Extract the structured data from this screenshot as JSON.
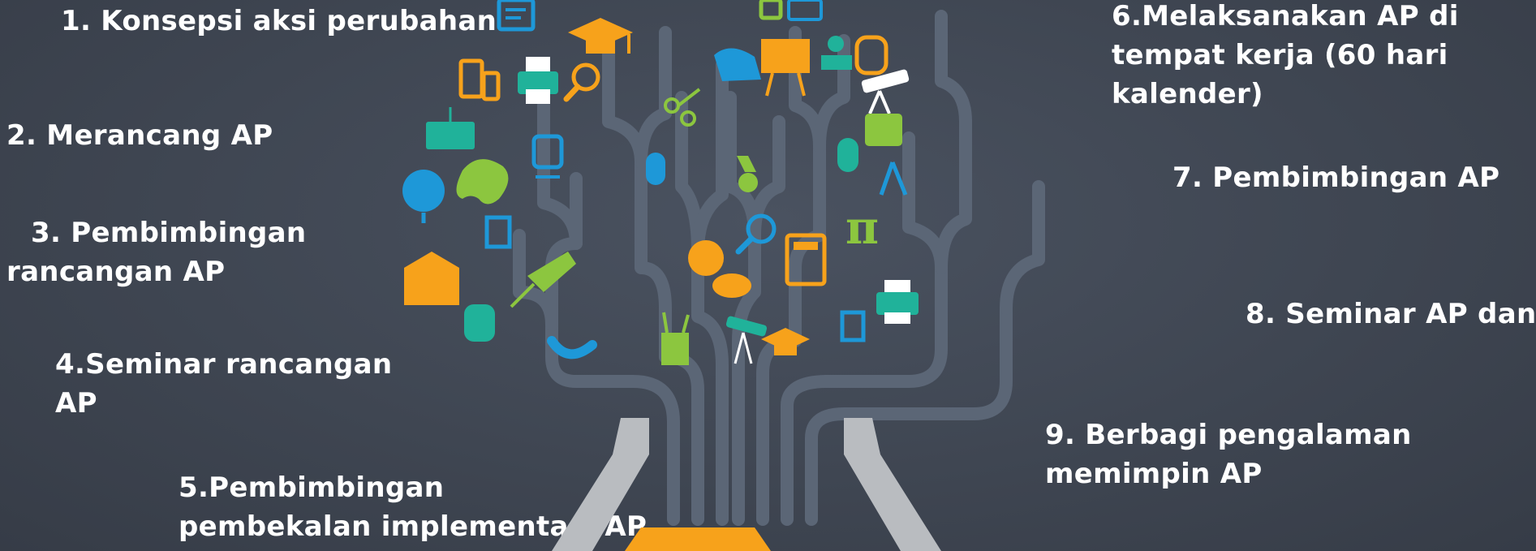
{
  "steps": {
    "s1": [
      "1. Konsepsi aksi perubahan"
    ],
    "s2": [
      "2. Merancang AP"
    ],
    "s3": [
      "3. Pembimbingan",
      "rancangan AP"
    ],
    "s4": [
      "4.Seminar rancangan",
      "AP"
    ],
    "s5": [
      "5.Pembimbingan",
      "pembekalan implementasi AP"
    ],
    "s6": [
      "6.Melaksanakan AP di",
      "tempat kerja (60 hari",
      "kalender)"
    ],
    "s7": [
      "7. Pembimbingan AP"
    ],
    "s8": [
      "8. Seminar AP dan"
    ],
    "s9": [
      "9. Berbagi pengalaman",
      "memimpin AP"
    ]
  },
  "icons": [
    "certificate-icon",
    "graduation-cap-icon",
    "tablet-phone-icon",
    "abc-blocks-icon",
    "bell-icon",
    "chalkboard-icon",
    "reader-icon",
    "backpack-icon",
    "printer-icon",
    "magnifier-icon",
    "telescope-icon",
    "keyboard-icon",
    "train-icon",
    "scissors-icon",
    "bus-icon",
    "globe-icon",
    "palette-icon",
    "mouse-icon",
    "medal-icon",
    "compass-icon",
    "beaker-icon",
    "pi-icon",
    "school-building-icon",
    "pushpin-icon",
    "sports-balls-icon",
    "calculator-icon",
    "magnet-icon",
    "pencil-cup-icon",
    "flask-icon"
  ],
  "colors": {
    "background": "#3f4652",
    "branch": "#5b6676",
    "trunk": "#b9bcc0",
    "blue": "#1e98d8",
    "green": "#8cc63f",
    "orange": "#f7a21b",
    "teal": "#20b29a",
    "text": "#ffffff"
  }
}
